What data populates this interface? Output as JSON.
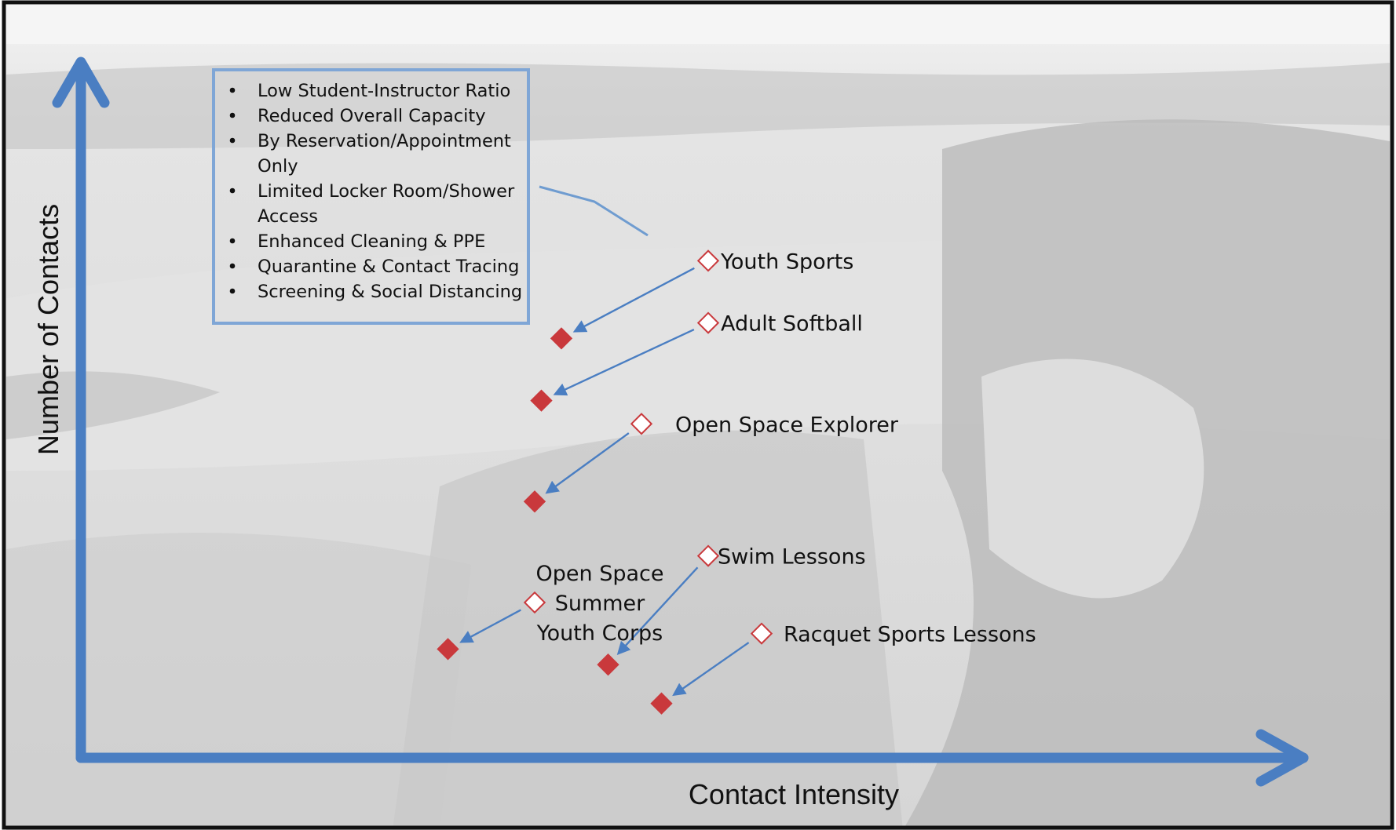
{
  "chart_data": {
    "type": "scatter",
    "xlabel": "Contact Intensity",
    "ylabel": "Number of Contacts",
    "mitigation_box": {
      "items": [
        "Low Student-Instructor Ratio",
        "Reduced Overall Capacity",
        "By Reservation/Appointment Only",
        "Limited Locker Room/Shower Access",
        "Enhanced Cleaning & PPE",
        "Quarantine & Contact Tracing",
        "Screening & Social Distancing"
      ]
    },
    "series": [
      {
        "role": "before",
        "marker": "hollow-diamond",
        "points": [
          {
            "name": "Youth Sports",
            "x": 9.4,
            "y": 6.4
          },
          {
            "name": "Adult Softball",
            "x": 9.4,
            "y": 5.6
          },
          {
            "name": "Open Space Explorer",
            "x": 8.4,
            "y": 4.3
          },
          {
            "name": "Swim Lessons",
            "x": 9.4,
            "y": 2.6
          },
          {
            "name": "Open Space Summer Youth Corps",
            "x": 6.8,
            "y": 2.0
          },
          {
            "name": "Racquet Sports Lessons",
            "x": 10.2,
            "y": 1.6
          }
        ]
      },
      {
        "role": "after",
        "marker": "filled-diamond",
        "points": [
          {
            "name": "Youth Sports",
            "x": 7.2,
            "y": 5.4
          },
          {
            "name": "Adult Softball",
            "x": 6.9,
            "y": 4.6
          },
          {
            "name": "Open Space Explorer",
            "x": 6.8,
            "y": 3.3
          },
          {
            "name": "Swim Lessons",
            "x": 7.9,
            "y": 1.2
          },
          {
            "name": "Open Space Summer Youth Corps",
            "x": 5.5,
            "y": 1.4
          },
          {
            "name": "Racquet Sports Lessons",
            "x": 8.7,
            "y": 0.7
          }
        ]
      }
    ],
    "xlim": [
      0,
      18
    ],
    "ylim": [
      0,
      9
    ],
    "grid": false,
    "legend": "none"
  },
  "labels": [
    {
      "lines": [
        "Youth Sports"
      ]
    },
    {
      "lines": [
        "Adult Softball"
      ]
    },
    {
      "lines": [
        "Open Space Explorer"
      ]
    },
    {
      "lines": [
        "Swim Lessons"
      ]
    },
    {
      "lines": [
        "Open Space",
        "Summer",
        "Youth Corps"
      ]
    },
    {
      "lines": [
        "Racquet Sports Lessons"
      ]
    }
  ],
  "colors": {
    "axis": "#4a7ec2",
    "after_marker": "#c9393c",
    "before_marker_stroke": "#c9393c",
    "arrow": "#4a7ec2",
    "box_border": "#7fa6d6"
  }
}
